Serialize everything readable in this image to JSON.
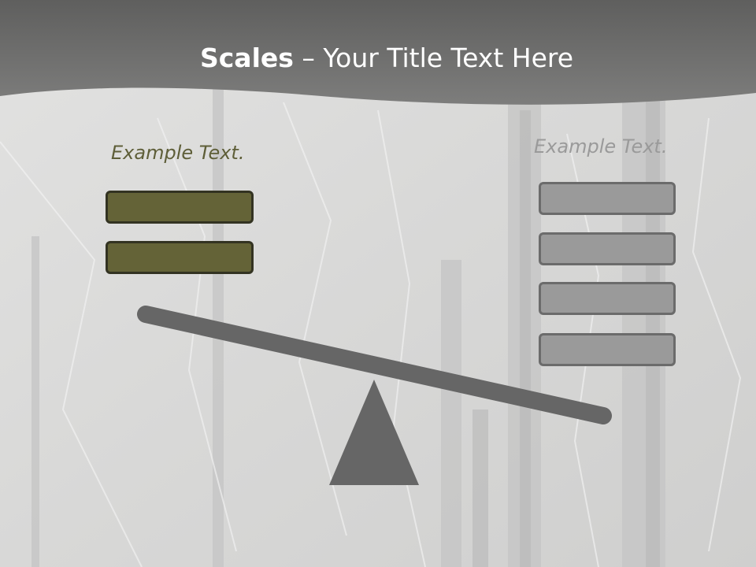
{
  "slide": {
    "title_bold": "Scales",
    "title_rest": " – Your Title Text Here",
    "left_caption": "Example Text.",
    "right_caption": "Example Text.",
    "left_weights_count": 2,
    "right_weights_count": 4
  },
  "colors": {
    "header": "#6f6f6e",
    "left_weight": "#646337",
    "right_weight": "#9a9a9a",
    "scale": "#666666"
  }
}
